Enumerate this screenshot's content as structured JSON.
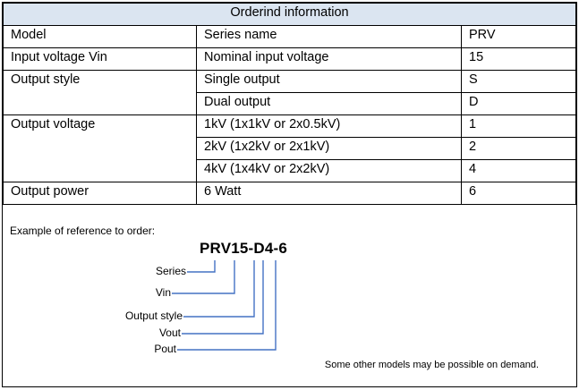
{
  "title": "Orderind information",
  "table": {
    "rows": [
      {
        "c1": "Model",
        "c2": "Series name",
        "c3": "PRV"
      },
      {
        "c1": "Input voltage Vin",
        "c2": "Nominal input voltage",
        "c3": "15"
      },
      {
        "c1": "Output style",
        "c2": "Single output",
        "c3": "S"
      },
      {
        "c2": "Dual output",
        "c3": "D"
      },
      {
        "c1": "Output voltage",
        "c2": "1kV (1x1kV or 2x0.5kV)",
        "c3": "1"
      },
      {
        "c2": "2kV (1x2kV or 2x1kV)",
        "c3": "2"
      },
      {
        "c2": "4kV (1x4kV or 2x2kV)",
        "c3": "4"
      },
      {
        "c1": "Output power",
        "c2": "6 Watt",
        "c3": "6"
      }
    ]
  },
  "example": {
    "intro": "Example of reference to order:",
    "code": "PRV15-D4-6",
    "labels": [
      "Series",
      "Vin",
      "Output style",
      "Vout",
      "Pout"
    ],
    "footnote": "Some other models may be possible on demand."
  },
  "colors": {
    "header_bg": "#dbe5f1",
    "connector_line": "#4472c4",
    "border": "#000000"
  }
}
